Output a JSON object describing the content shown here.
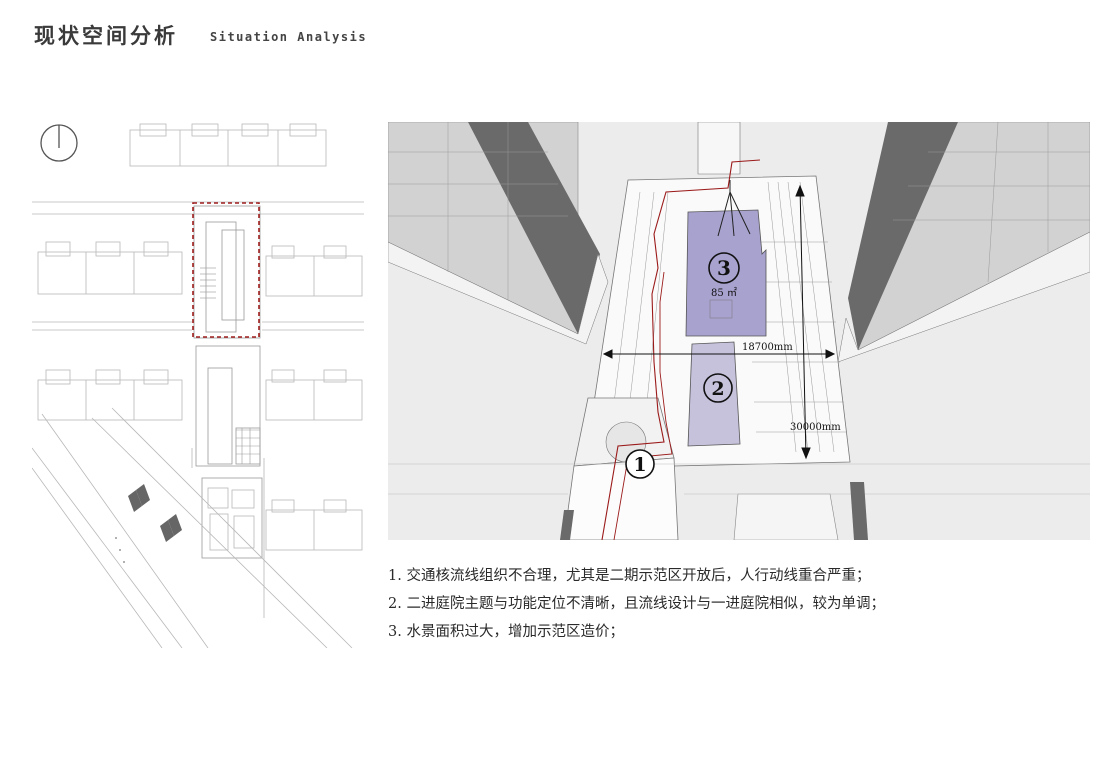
{
  "header": {
    "title_cn": "现状空间分析",
    "title_en": "Situation Analysis"
  },
  "diagram": {
    "dimension_width": "18700mm",
    "dimension_length": "30000mm",
    "zone_3_marker": "3",
    "zone_3_area": "85 ㎡",
    "zone_2_marker": "2",
    "zone_1_marker": "1",
    "zone_color": "#a8a2cf",
    "path_color": "#9b1a1a"
  },
  "notes": [
    "1. 交通核流线组织不合理，尤其是二期示范区开放后，人行动线重合严重；",
    "2. 二进庭院主题与功能定位不清晰，且流线设计与一进庭院相似，较为单调；",
    "3. 水景面积过大，增加示范区造价；"
  ]
}
